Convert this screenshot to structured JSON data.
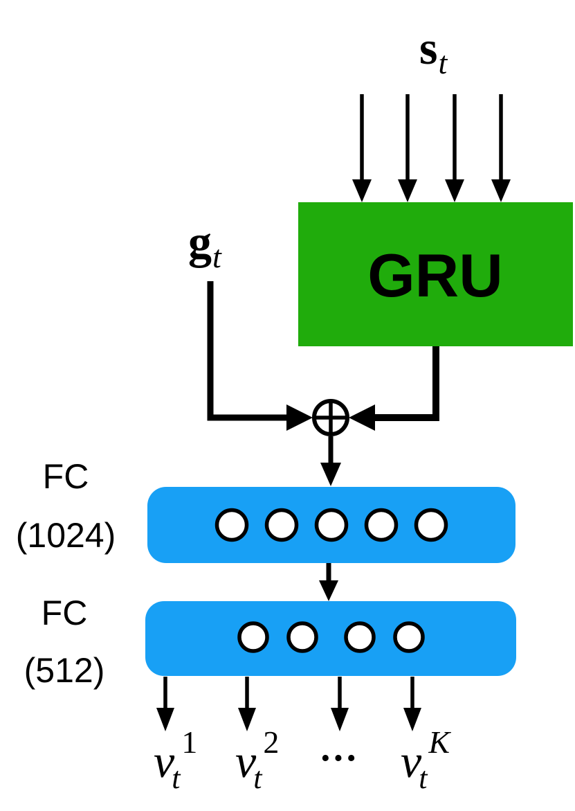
{
  "figure": {
    "type": "neural-network-architecture-diagram",
    "background": "#ffffff"
  },
  "colors": {
    "gru_green": "#20AC0C",
    "fc_blue": "#18A0F5",
    "node_fill": "#FFFFFF",
    "ink": "#000000"
  },
  "labels": {
    "input": {
      "base": "s",
      "sub": "t"
    },
    "gate": {
      "base": "g",
      "sub": "t"
    },
    "gru": "GRU",
    "fc1": {
      "title": "FC",
      "units": "(1024)",
      "node_count": 5
    },
    "fc2": {
      "title": "FC",
      "units": "(512)",
      "node_count": 4
    },
    "outputs": [
      {
        "base": "v",
        "sub": "t",
        "sup": "1"
      },
      {
        "base": "v",
        "sub": "t",
        "sup": "2"
      },
      {
        "base": "v",
        "sub": "t",
        "sup": "K"
      }
    ],
    "ellipsis": "···"
  },
  "icons": {
    "sum_junction": "circled-plus"
  }
}
